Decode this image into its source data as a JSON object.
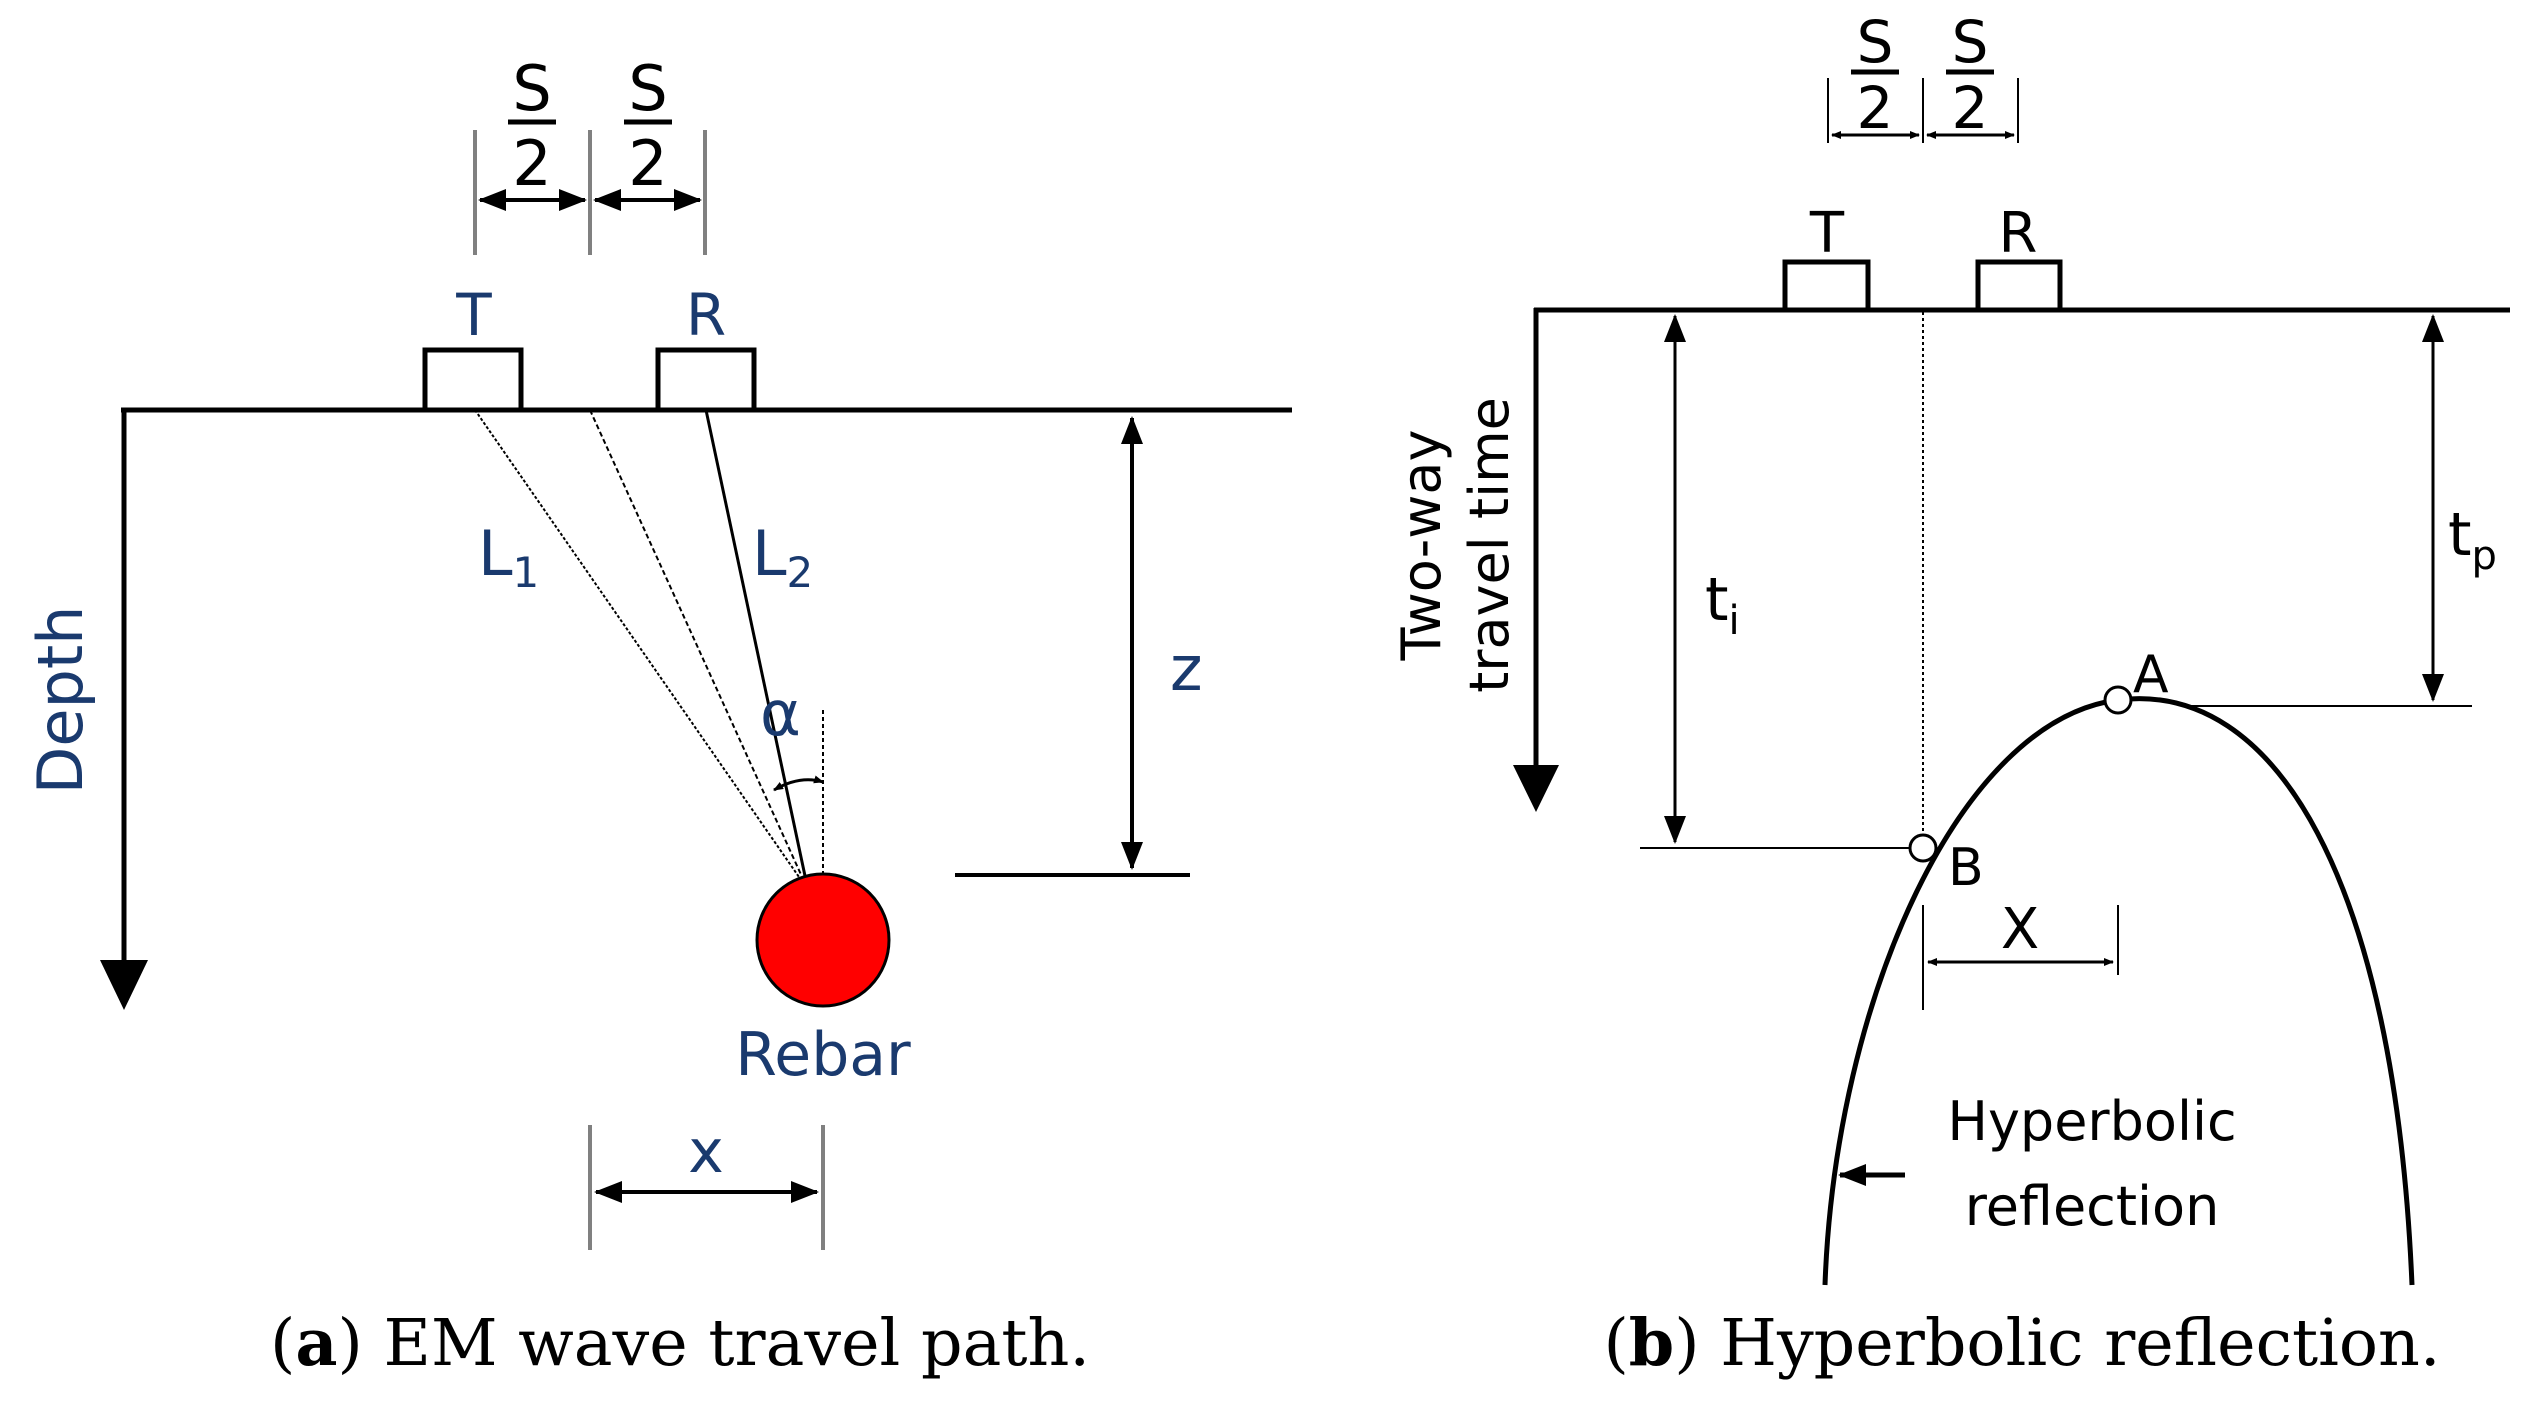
{
  "panel_a": {
    "s_numerator": "S",
    "s_denominator": "2",
    "transmitter": "T",
    "receiver": "R",
    "depth_axis": "Depth",
    "path_left_base": "L",
    "path_left_sub": "1",
    "path_right_base": "L",
    "path_right_sub": "2",
    "angle": "α",
    "depth_symbol": "z",
    "target": "Rebar",
    "offset": "x",
    "caption_open": "(",
    "caption_letter": "a",
    "caption_close": ")",
    "caption_text": " EM wave travel path."
  },
  "panel_b": {
    "s_numerator": "S",
    "s_denominator": "2",
    "transmitter": "T",
    "receiver": "R",
    "time_axis_line1": "Two-way",
    "time_axis_line2": "travel time",
    "ti_base": "t",
    "ti_sub": "i",
    "tp_base": "t",
    "tp_sub": "p",
    "point_a": "A",
    "point_b": "B",
    "offset": "X",
    "curve_label_line1": "Hyperbolic",
    "curve_label_line2": "reflection",
    "caption_open": "(",
    "caption_letter": "b",
    "caption_close": ")",
    "caption_text": " Hyperbolic reflection."
  },
  "colors": {
    "rebar": "#ff0000",
    "line": "#000000",
    "dim_line": "#808080",
    "text_highlight": "#1a3a6e"
  }
}
